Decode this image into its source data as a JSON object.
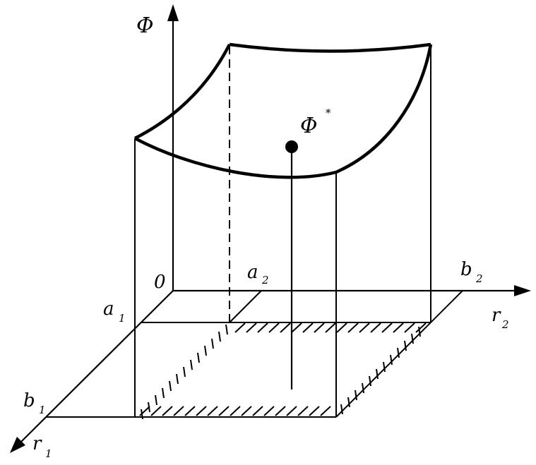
{
  "labels": {
    "phi_axis": "Φ",
    "phi_star_symbol": "Φ",
    "phi_star_mark": "*",
    "origin": "0",
    "a1_base": "a",
    "a1_sub": "1",
    "b1_base": "b",
    "b1_sub": "1",
    "r1_base": "r",
    "r1_sub": "1",
    "a2_base": "a",
    "a2_sub": "2",
    "b2_base": "b",
    "b2_sub": "2",
    "r2_base": "r",
    "r2_sub": "2"
  },
  "colors": {
    "ink": "#000000",
    "background": "#ffffff"
  }
}
